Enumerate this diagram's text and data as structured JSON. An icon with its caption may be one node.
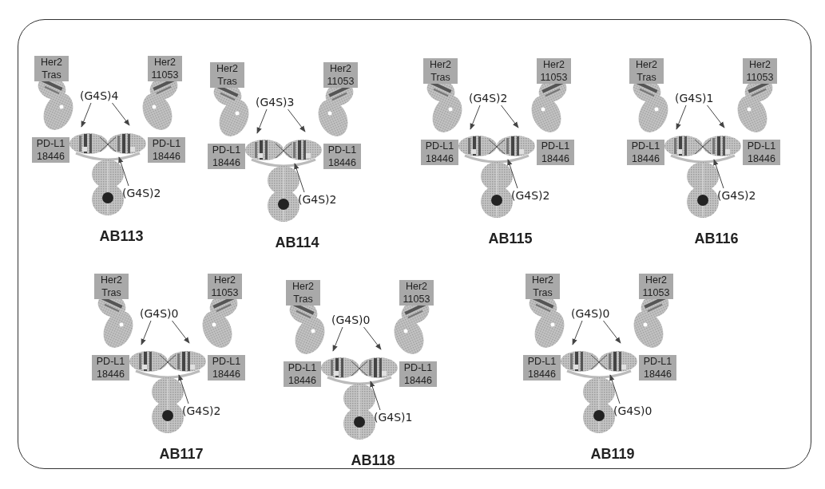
{
  "diagram": {
    "nodes": [
      {
        "text": [
          "Her2 Tras"
        ]
      },
      {
        "text": [
          "Her2 11053"
        ]
      },
      {
        "text": [
          "PD-L1 18446"
        ]
      },
      {
        "text": [
          "PD-L1 18446"
        ]
      },
      {
        "text": [
          "(G4S)4"
        ]
      },
      {
        "text": [
          "(G4S)2"
        ]
      },
      {
        "text": [
          "Her2 Tras"
        ]
      },
      {
        "text": [
          "Her2 11053"
        ]
      },
      {
        "text": [
          "PD-L1 18446"
        ]
      },
      {
        "text": [
          "PD-L1 18446"
        ]
      },
      {
        "text": [
          "(G4S)3"
        ]
      },
      {
        "text": [
          "(G4S)2"
        ]
      },
      {
        "text": [
          "Her2 Tras"
        ]
      },
      {
        "text": [
          "Her2 11053"
        ]
      },
      {
        "text": [
          "PD-L1 18446"
        ]
      },
      {
        "text": [
          "PD-L1 18446"
        ]
      },
      {
        "text": [
          "(G4S)2"
        ]
      },
      {
        "text": [
          "(G4S)2"
        ]
      },
      {
        "text": [
          "Her2 Tras"
        ]
      },
      {
        "text": [
          "Her2 11053"
        ]
      },
      {
        "text": [
          "PD-L1 18446"
        ]
      },
      {
        "text": [
          "PD-L1 18446"
        ]
      },
      {
        "text": [
          "(G4S)1"
        ]
      },
      {
        "text": [
          "(G4S)2"
        ]
      },
      {
        "text": [
          "Her2 Tras"
        ]
      },
      {
        "text": [
          "Her2 11053"
        ]
      },
      {
        "text": [
          "PD-L1 18446"
        ]
      },
      {
        "text": [
          "PD-L1 18446"
        ]
      },
      {
        "text": [
          "(G4S)0"
        ]
      },
      {
        "text": [
          "(G4S)2"
        ]
      },
      {
        "text": [
          "Her2 Tras"
        ]
      },
      {
        "text": [
          "Her2 11053"
        ]
      },
      {
        "text": [
          "PD-L1 18446"
        ]
      },
      {
        "text": [
          "PD-L1 18446"
        ]
      },
      {
        "text": [
          "(G4S)0"
        ]
      },
      {
        "text": [
          "(G4S)1"
        ]
      },
      {
        "text": [
          "Her2 Tras"
        ]
      },
      {
        "text": [
          "Her2 11053"
        ]
      },
      {
        "text": [
          "PD-L1 18446"
        ]
      },
      {
        "text": [
          "PD-L1 18446"
        ]
      },
      {
        "text": [
          "(G4S)0"
        ]
      },
      {
        "text": [
          "(G4S)0"
        ]
      }
    ],
    "edges": [
      {
        "from": 4,
        "to": null,
        "arrow": "to"
      },
      {
        "from": 4,
        "to": null,
        "arrow": "to"
      },
      {
        "from": 5,
        "to": null,
        "arrow": "to"
      },
      {
        "from": 10,
        "to": null,
        "arrow": "to"
      },
      {
        "from": 10,
        "to": null,
        "arrow": "to"
      },
      {
        "from": 11,
        "to": null,
        "arrow": "to"
      },
      {
        "from": 16,
        "to": null,
        "arrow": "to"
      },
      {
        "from": 16,
        "to": null,
        "arrow": "to"
      },
      {
        "from": 17,
        "to": null,
        "arrow": "to"
      },
      {
        "from": 22,
        "to": null,
        "arrow": "to"
      },
      {
        "from": 22,
        "to": null,
        "arrow": "to"
      },
      {
        "from": 23,
        "to": null,
        "arrow": "to"
      },
      {
        "from": 28,
        "to": null,
        "arrow": "to"
      },
      {
        "from": 28,
        "to": null,
        "arrow": "to"
      },
      {
        "from": 29,
        "to": null,
        "arrow": "to"
      },
      {
        "from": 34,
        "to": null,
        "arrow": "to"
      },
      {
        "from": 34,
        "to": null,
        "arrow": "to"
      },
      {
        "from": 35,
        "to": null,
        "arrow": "to"
      },
      {
        "from": 40,
        "to": null,
        "arrow": "to"
      },
      {
        "from": 40,
        "to": null,
        "arrow": "to"
      },
      {
        "from": 41,
        "to": null,
        "arrow": "to"
      }
    ],
    "labels": [
      "AB113",
      "AB114",
      "AB115",
      "AB116",
      "AB117",
      "AB118",
      "AB119"
    ]
  }
}
